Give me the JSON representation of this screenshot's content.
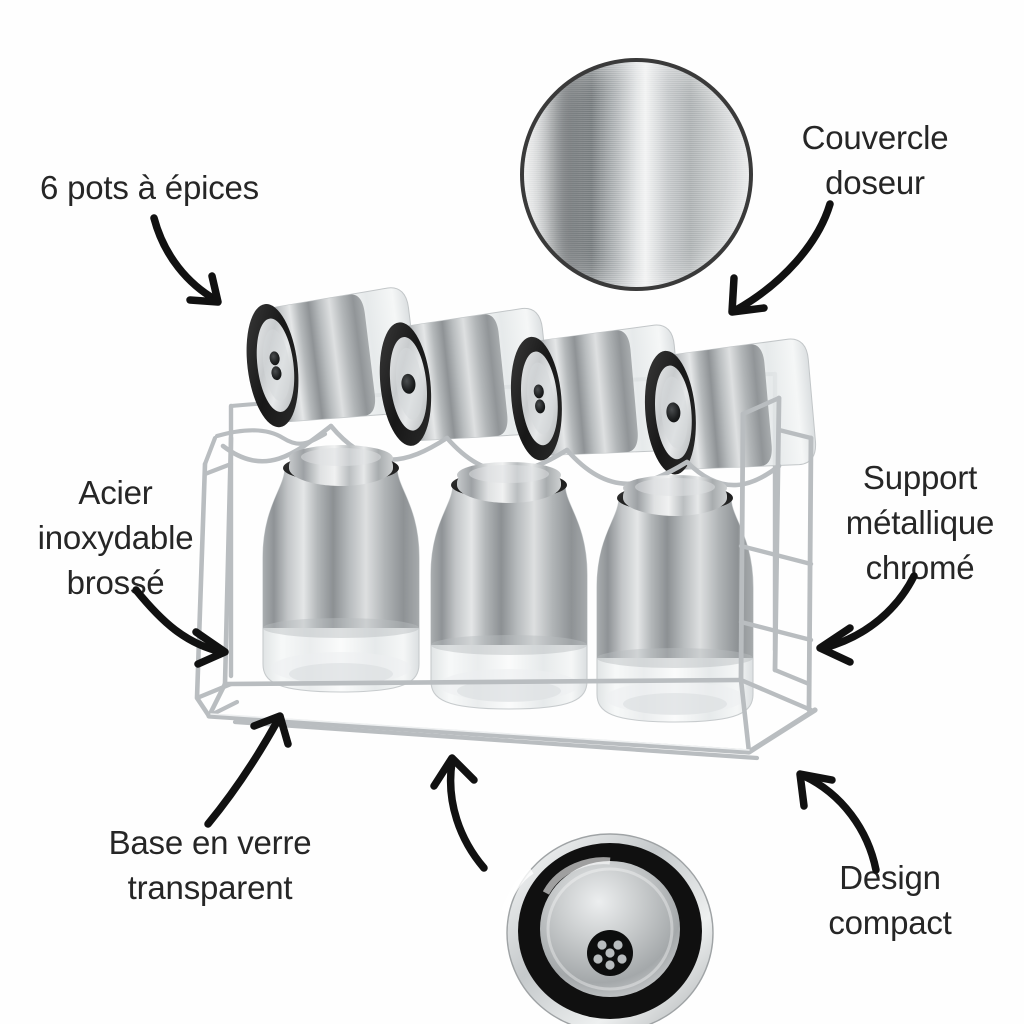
{
  "image": {
    "kind": "product-infographic",
    "subject": "Ensemble de 6 pots à épices sur support métallique",
    "background_color": "#fefefe",
    "text_color": "#262626",
    "arrow_color": "#111111"
  },
  "annotations": [
    {
      "id": "pots",
      "text": "6 pots à épices",
      "lines": [
        "6 pots à épices"
      ],
      "align": "left",
      "arrow": "curve-down-right",
      "points_to": "top-row-spice-jars"
    },
    {
      "id": "couvercle",
      "text": "Couvercle\ndoseur",
      "lines": [
        "Couvercle",
        "doseur"
      ],
      "align": "center",
      "arrow": "curve-down-left",
      "points_to": "dispenser-lid-detail"
    },
    {
      "id": "acier",
      "text": "Acier\ninoxydable\nbrossé",
      "lines": [
        "Acier",
        "inoxydable",
        "brossé"
      ],
      "align": "center",
      "arrow": "curve-right",
      "points_to": "brushed-steel-body"
    },
    {
      "id": "support",
      "text": "Support\nmétallique\nchromé",
      "lines": [
        "Support",
        "métallique",
        "chromé"
      ],
      "align": "center",
      "arrow": "curve-down-left",
      "points_to": "chrome-wire-rack"
    },
    {
      "id": "base",
      "text": "Base en verre\ntransparent",
      "lines": [
        "Base en verre",
        "transparent"
      ],
      "align": "center",
      "arrow": "curve-up-right",
      "points_to": "glass-jar-base"
    },
    {
      "id": "design",
      "text": "Design\ncompact",
      "lines": [
        "Design",
        "compact"
      ],
      "align": "center",
      "arrow": "curve-up-left",
      "points_to": "rack-right-foot"
    }
  ],
  "insets": [
    {
      "id": "lid-closeup",
      "name": "brushed-steel-lid-closeup",
      "shape": "circle",
      "description": "Gros plan du couvercle en acier inoxydable brossé"
    },
    {
      "id": "shaker-underside",
      "name": "perforated-shaker-lid-closeup",
      "shape": "circle",
      "description": "Couvercle doseur perforé vu de dessus",
      "holes": 7
    }
  ],
  "product": {
    "name": "spice-jar-rack",
    "rack": {
      "material": "chrome-wire",
      "shelves": 2,
      "color": "#b9bdc0"
    },
    "top_row_jars": [
      {
        "index": 1,
        "cap": "twin-hole",
        "orientation": "tilted"
      },
      {
        "index": 2,
        "cap": "single-hole",
        "orientation": "tilted"
      },
      {
        "index": 3,
        "cap": "twin-hole",
        "orientation": "tilted"
      },
      {
        "index": 4,
        "cap": "single-hole",
        "orientation": "tilted"
      }
    ],
    "bottom_row_jars": [
      {
        "index": 1,
        "lid": "flat-steel",
        "body": "brushed-steel",
        "base": "clear-glass"
      },
      {
        "index": 2,
        "lid": "flat-steel",
        "body": "brushed-steel",
        "base": "clear-glass"
      },
      {
        "index": 3,
        "lid": "flat-steel",
        "body": "brushed-steel",
        "base": "clear-glass"
      }
    ]
  }
}
